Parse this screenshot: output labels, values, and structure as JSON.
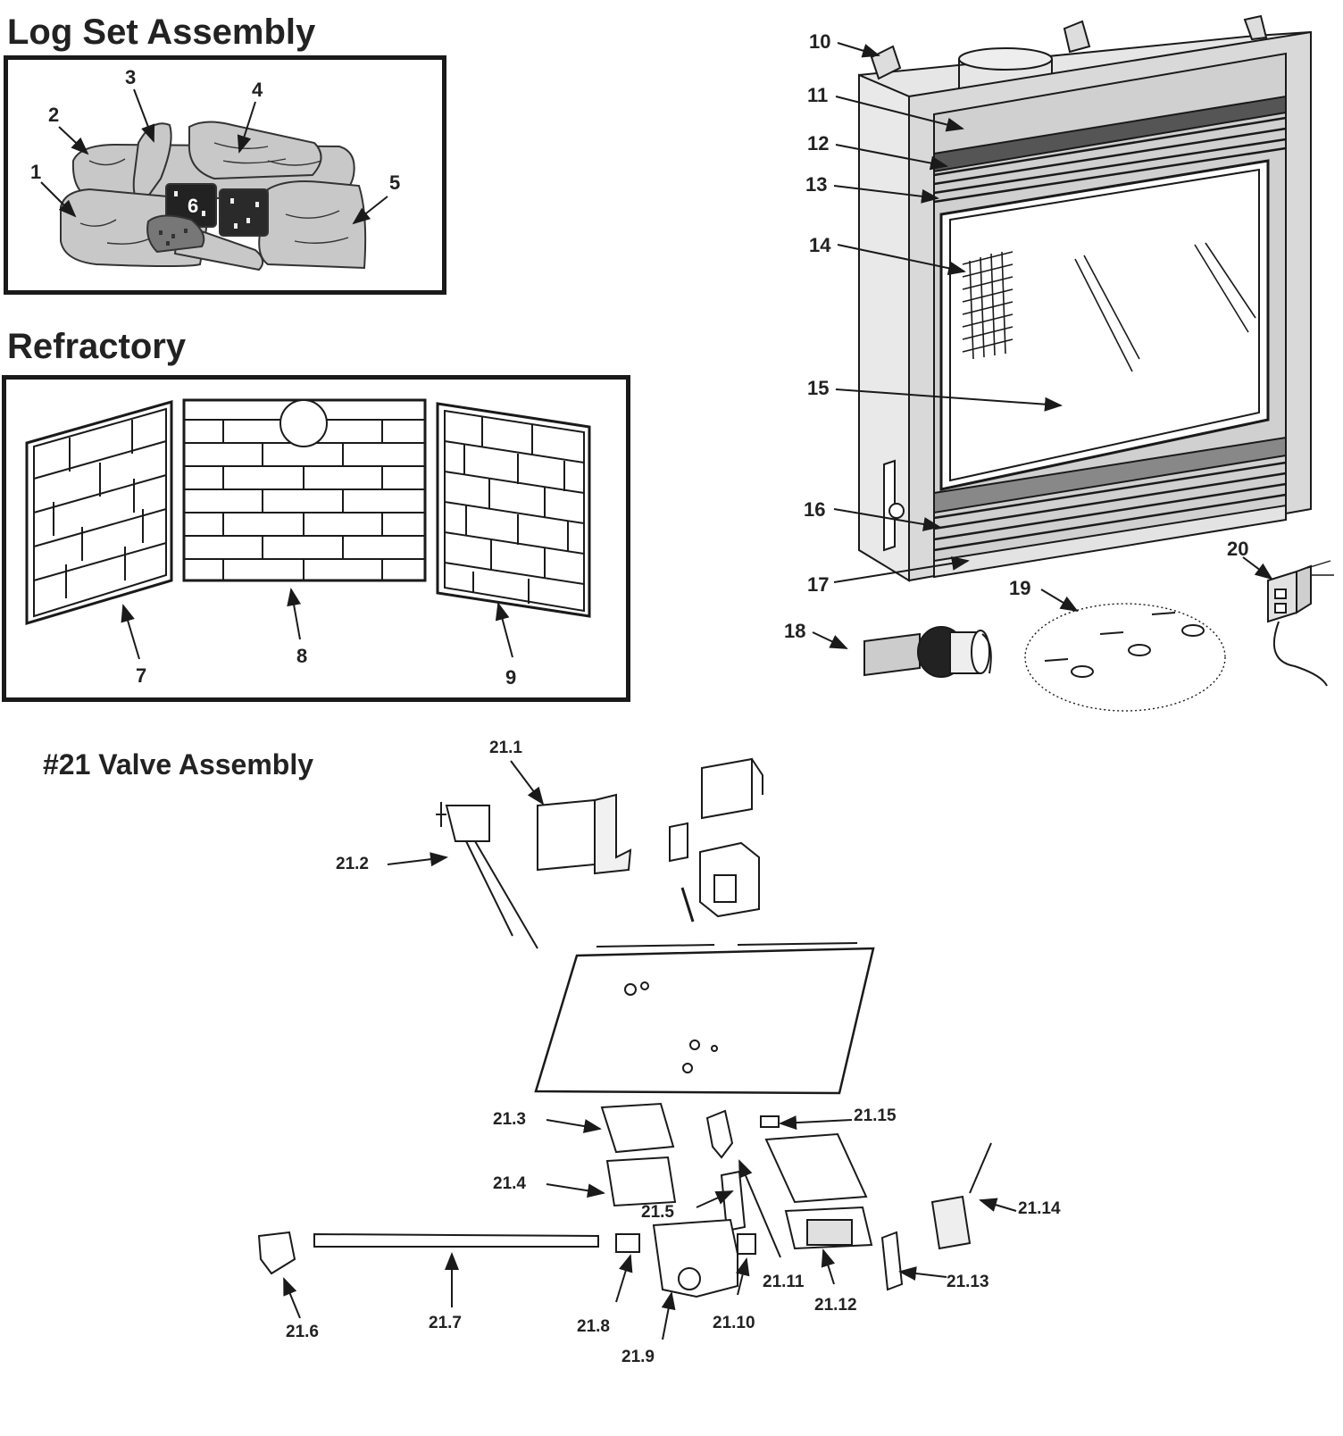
{
  "sections": {
    "log_set": {
      "title": "Log Set Assembly"
    },
    "refractory": {
      "title": "Refractory"
    },
    "valve": {
      "title": "#21 Valve Assembly"
    }
  },
  "callouts": {
    "c1": "1",
    "c2": "2",
    "c3": "3",
    "c4": "4",
    "c5": "5",
    "c6": "6",
    "c7": "7",
    "c8": "8",
    "c9": "9",
    "c10": "10",
    "c11": "11",
    "c12": "12",
    "c13": "13",
    "c14": "14",
    "c15": "15",
    "c16": "16",
    "c17": "17",
    "c18": "18",
    "c19": "19",
    "c20": "20",
    "v1": "21.1",
    "v2": "21.2",
    "v3": "21.3",
    "v4": "21.4",
    "v5": "21.5",
    "v6": "21.6",
    "v7": "21.7",
    "v8": "21.8",
    "v9": "21.9",
    "v10": "21.10",
    "v11": "21.11",
    "v12": "21.12",
    "v13": "21.13",
    "v14": "21.14",
    "v15": "21.15"
  },
  "colors": {
    "ink": "#1a1a1a",
    "log_fill": "#c8c8c8",
    "ember_dark": "#222222",
    "frame_fill": "#d9d9d9",
    "glass": "#ffffff"
  }
}
